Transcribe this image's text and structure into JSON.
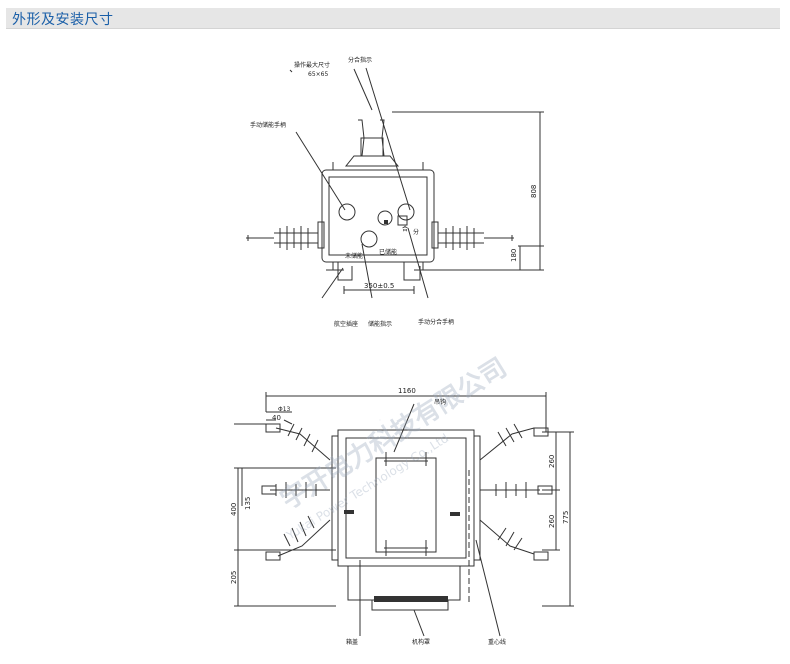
{
  "header": {
    "title": "外形及安装尺寸"
  },
  "top_view": {
    "labels": {
      "handle_size": "操作最大尺寸",
      "handle_size_value": "65×65",
      "open_close_indicator": "分合指示",
      "manual_charge_handle": "手动储能手柄",
      "he": "合",
      "fen": "分",
      "uncharged": "未储能",
      "charged": "已储能",
      "aviation_socket": "航空插座",
      "charge_indicator": "储能指示",
      "manual_open_close_handle": "手动分合手柄"
    },
    "dims": {
      "height": "808",
      "base_height": "180",
      "base_width": "350±0.5"
    }
  },
  "bottom_view": {
    "labels": {
      "hook": "吊钩",
      "box_cover": "箱盖",
      "mechanism_cover": "机构罩",
      "center_line": "重心线",
      "hole_dia": "Φ13"
    },
    "dims": {
      "width": "1160",
      "d40": "40",
      "d135": "135",
      "d400": "400",
      "d205": "205",
      "d260a": "260",
      "d260b": "260",
      "d775": "775"
    }
  },
  "watermark": {
    "cn": "宇开电力科技有限公司",
    "en": "Yukai Power Technology Co.,Ltd"
  }
}
